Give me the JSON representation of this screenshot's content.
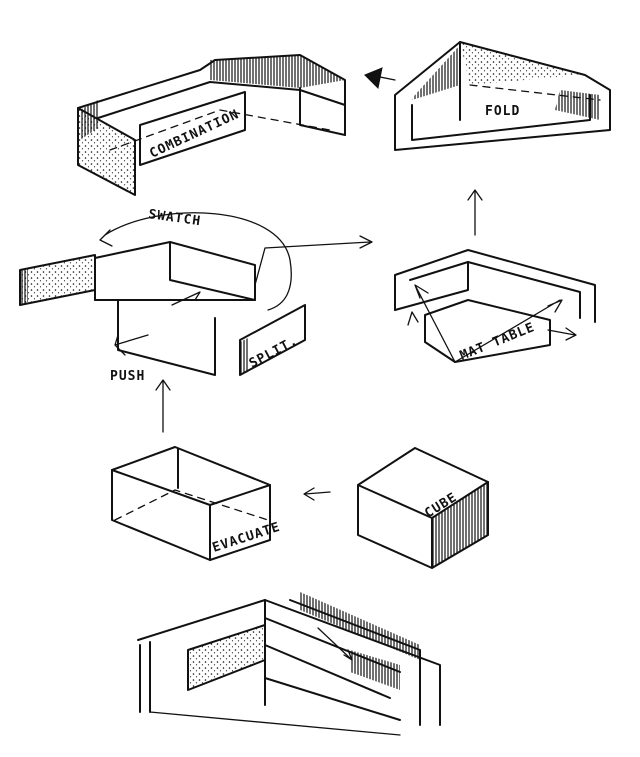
{
  "labels": {
    "combination": "COMBINATION",
    "fold": "FOLD",
    "swatch": "SWATCH",
    "push": "PUSH",
    "split": "SPLIT.",
    "mat_table": "MAT TABLE",
    "evacuate": "EVACUATE",
    "cube": "CUBE"
  }
}
